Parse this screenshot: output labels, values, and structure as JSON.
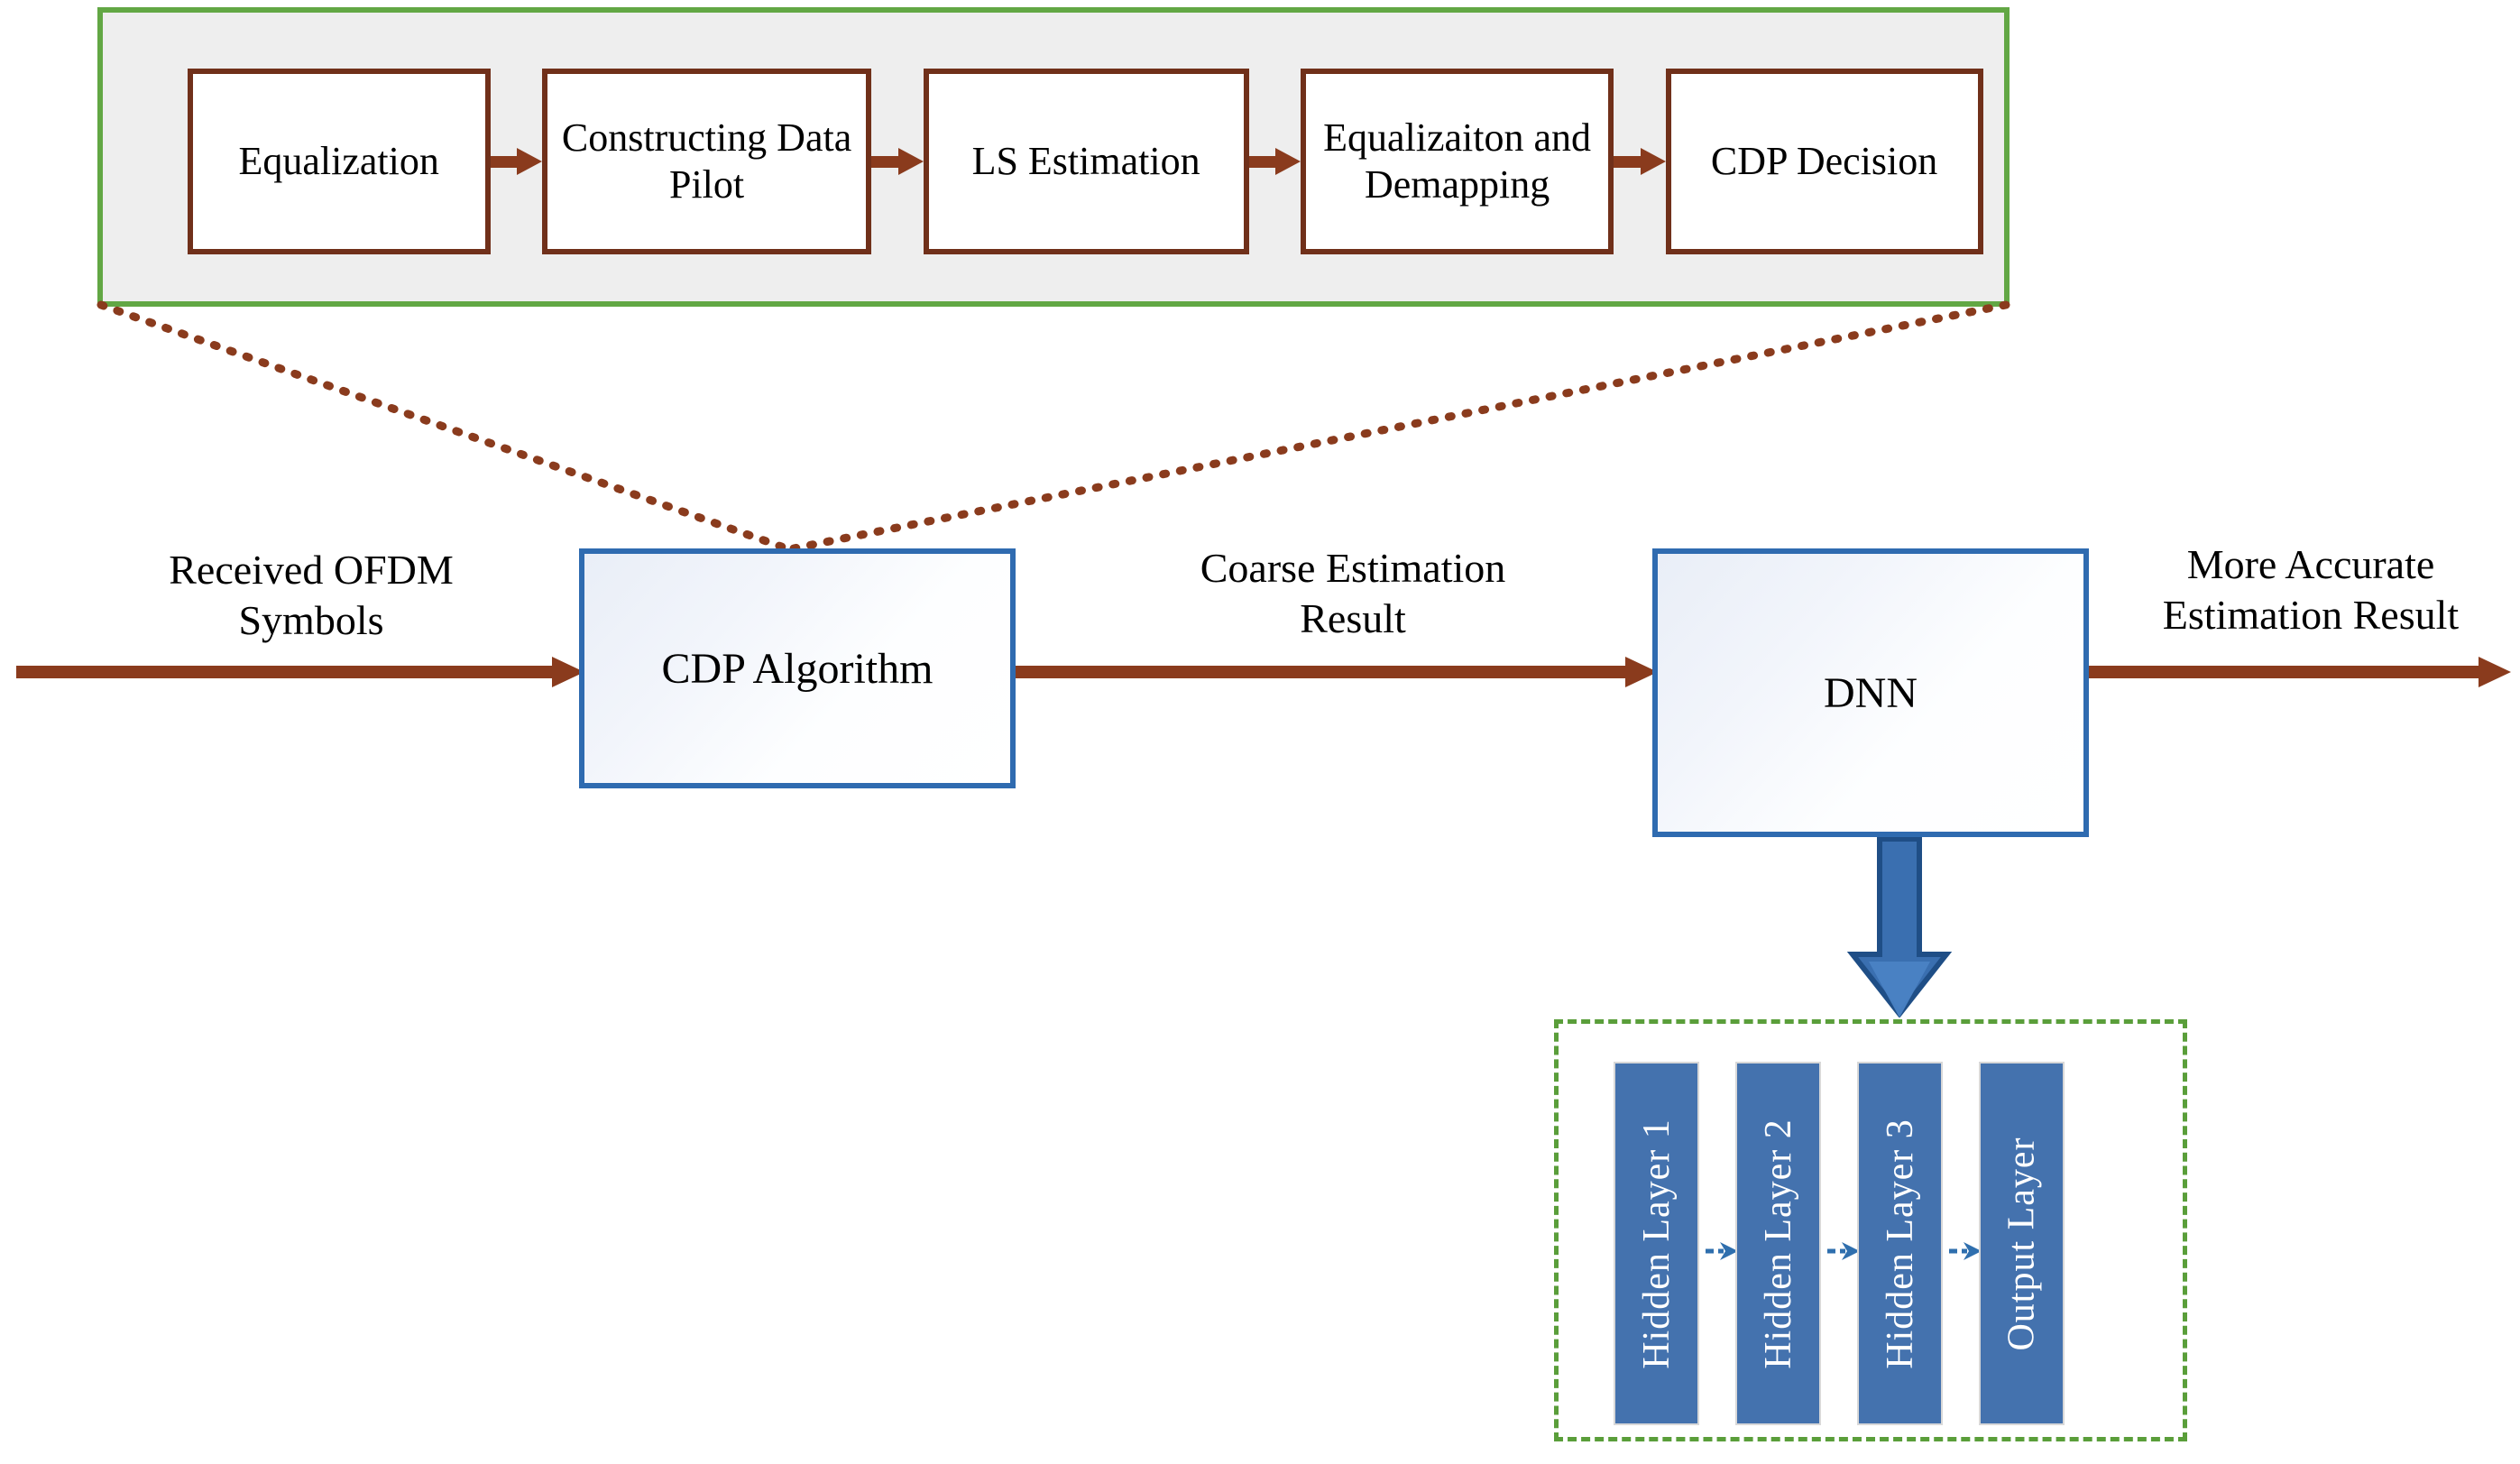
{
  "diagram": {
    "title": "CDP Algorithm with DNN refinement block diagram",
    "colors": {
      "panel_border_green": "#62a744",
      "panel_fill_gray": "#eeeeee",
      "stage_box_border_brown": "#70301a",
      "arrow_brown": "#8a3b1d",
      "main_box_border_blue": "#2f6bb0",
      "layer_bar_blue": "#4472ae",
      "dashed_green": "#5a9e3a",
      "down_arrow_blue": "#3a6fb0",
      "down_arrow_outline": "#1f4e86",
      "link_arrow_blue": "#2f6fae",
      "text_black": "#000000",
      "layer_text_white": "#ffffff"
    }
  },
  "top_panel": {
    "stages": [
      {
        "label": "Equalization"
      },
      {
        "label": "Constructing\nData Pilot"
      },
      {
        "label": "LS\nEstimation"
      },
      {
        "label": "Equalizaiton\nand\nDemapping"
      },
      {
        "label": "CDP\nDecision"
      }
    ],
    "connector_count": 4,
    "connector_icon": "arrow-right-icon"
  },
  "main_flow": {
    "input_label": "Received OFDM\nSymbols",
    "cdp_box_label": "CDP Algorithm",
    "intermediate_label": "Coarse  Estimation\nResult",
    "dnn_box_label": "DNN",
    "output_label": "More Accurate\nEstimation Result",
    "arrows": [
      {
        "name": "input-arrow",
        "icon": "arrow-right-icon"
      },
      {
        "name": "coarse-result-arrow",
        "icon": "arrow-right-icon"
      },
      {
        "name": "output-arrow",
        "icon": "arrow-right-icon"
      }
    ],
    "callout_icon": "dotted-callout-lines",
    "down_arrow_icon": "arrow-down-block-icon"
  },
  "dnn_detail": {
    "layers": [
      {
        "label": "Hidden Layer 1"
      },
      {
        "label": "Hidden Layer 2"
      },
      {
        "label": "Hidden Layer 3"
      },
      {
        "label": "Output Layer"
      }
    ],
    "link_icon": "dashed-arrow-right-icon",
    "link_count": 3
  }
}
